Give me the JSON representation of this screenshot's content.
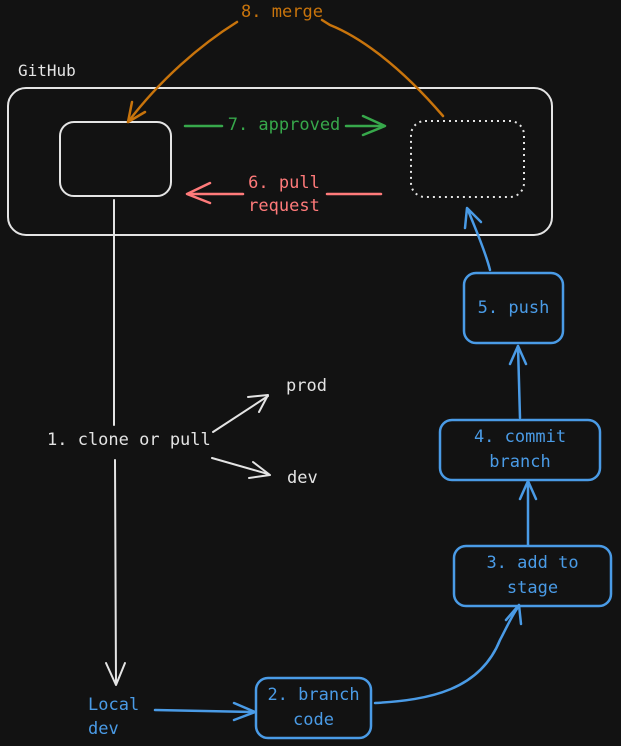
{
  "colors": {
    "background": "#121212",
    "white": "#e4e4e4",
    "blue": "#4a9be6",
    "orange": "#c8740c",
    "green": "#37a84b",
    "red": "#ff7a7a"
  },
  "labels": {
    "github": "GitHub",
    "merge": "8. merge",
    "approved": "7. approved",
    "pull_request_line1": "6. pull",
    "pull_request_line2": "request",
    "clone_or_pull": "1. clone or pull",
    "prod": "prod",
    "dev": "dev",
    "local_dev_line1": "Local",
    "local_dev_line2": "dev"
  },
  "steps": {
    "branch_code": "2. branch\ncode",
    "add_to_stage": "3. add to\nstage",
    "commit_branch": "4. commit\nbranch",
    "push": "5. push"
  }
}
